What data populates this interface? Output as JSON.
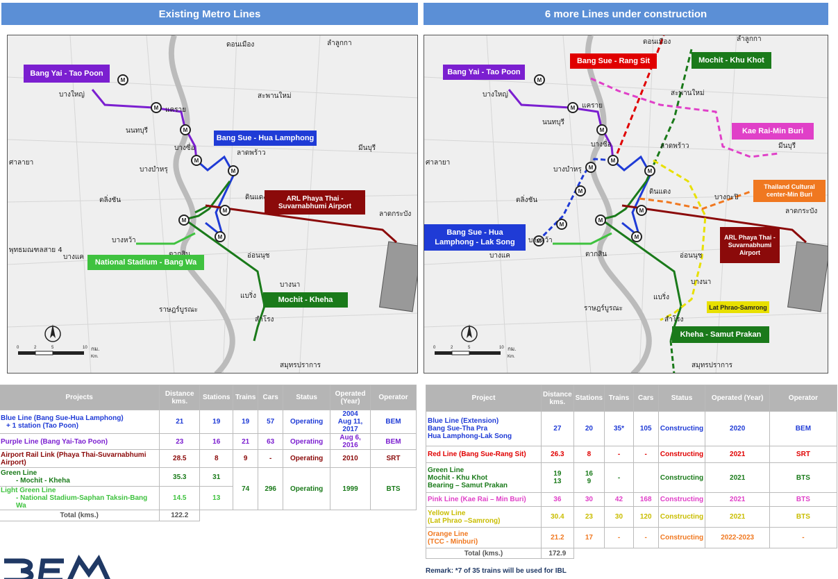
{
  "headings": {
    "left": "Existing Metro Lines",
    "right": "6 more Lines under construction"
  },
  "colors": {
    "blue": "#1f3bd6",
    "purple": "#7b1fd0",
    "red": "#e00000",
    "green": "#1a7a1a",
    "lightgreen": "#3fc23f",
    "darkred": "#8b0a0a",
    "pink": "#e040c8",
    "yellow": "#e8e000",
    "orange": "#f07820",
    "header_gray": "#b5b5b5"
  },
  "left_map": {
    "labels": {
      "bang_yai": "Bang Yai - Tao Poon",
      "bang_sue": "Bang Sue - Hua Lamphong",
      "arl": "ARL Phaya Thai - Suvarnabhumi Airport",
      "stadium": "National Stadium - Bang Wa",
      "mochit": "Mochit  - Kheha"
    },
    "places": [
      "ดอนเมือง",
      "ลำลูกกา",
      "บางใหญ่",
      "แคราย",
      "สะพานใหม่",
      "นนทบุรี",
      "บางซื่อ",
      "ลาดพร้าว",
      "มีนบุรี",
      "ศาลายา",
      "บางบำหรุ",
      "ตลิ่งชัน",
      "ดินแดง",
      "ลาดกระบัง",
      "พุทธมณฑลสาย 4",
      "บางหว้า",
      "บางแค",
      "ตากสิน",
      "อ่อนนุช",
      "บางนา",
      "แบริ่ง",
      "ราษฎร์บูรณะ",
      "สำโรง",
      "สมุทรปราการ"
    ],
    "scale": [
      "0",
      "2",
      "5",
      "10",
      "กม.",
      "Km."
    ]
  },
  "right_map": {
    "labels": {
      "bang_yai": "Bang Yai - Tao Poon",
      "rang_sit": "Bang Sue - Rang Sit",
      "khu_khot": "Mochit - Khu Khot",
      "kae_rai": "Kae Rai-Min Buri",
      "cultural": "Thailand Cultural center-Min Buri",
      "lak_song": "Bang Sue - Hua Lamphong - Lak Song",
      "arl": "ARL Phaya Thai - Suvarnabhumi Airport",
      "lat_phrao": "Lat Phrao-Samrong",
      "samut": "Kheha - Samut Prakan"
    },
    "places": [
      "ดอนเมือง",
      "ลำลูกกา",
      "บางใหญ่",
      "แคราย",
      "สะพานใหม่",
      "นนทบุรี",
      "บางซื่อ",
      "ลาดพร้าว",
      "มีนบุรี",
      "ศาลายา",
      "บางบำหรุ",
      "ตลิ่งชัน",
      "ดินแดง",
      "ลาดกระบัง",
      "บางหว้า",
      "บางแค",
      "ตากสิน",
      "อ่อนนุช",
      "บางนา",
      "แบริ่ง",
      "ราษฎร์บูรณะ",
      "สำโรง",
      "สมุทรปราการ",
      "บางกะปิ"
    ],
    "scale": [
      "0",
      "2",
      "5",
      "10",
      "กม.",
      "Km."
    ]
  },
  "left_table": {
    "headers": [
      "Projects",
      "Distance kms.",
      "Stations",
      "Trains",
      "Cars",
      "Status",
      "Operated (Year)",
      "Operator"
    ],
    "blue": {
      "name": "Blue Line (Bang Sue-Hua Lamphong)",
      "sub": "+ 1 station (Tao Poon)",
      "dist": "21",
      "stations": "19",
      "trains": "19",
      "cars": "57",
      "status": "Operating",
      "year": "2004",
      "date": "Aug 11, 2017",
      "op": "BEM"
    },
    "purple": {
      "name": "Purple Line (Bang Yai-Tao Poon)",
      "dist": "23",
      "stations": "16",
      "trains": "21",
      "cars": "63",
      "status": "Operating",
      "year": "Aug 6, 2016",
      "op": "BEM"
    },
    "arl": {
      "name": "Airport Rail Link (Phaya Thai-Suvarnabhumi Airport)",
      "dist": "28.5",
      "stations": "8",
      "trains": "9",
      "cars": "-",
      "status": "Operating",
      "year": "2010",
      "op": "SRT"
    },
    "green": {
      "name": "Green Line",
      "sub": "- Mochit - Kheha",
      "dist": "35.3",
      "stations": "31"
    },
    "lgreen": {
      "name": "Light Green Line",
      "sub": "- National Stadium-Saphan Taksin-Bang Wa",
      "dist": "14.5",
      "stations": "13"
    },
    "bts": {
      "trains": "74",
      "cars": "296",
      "status": "Operating",
      "year": "1999",
      "op": "BTS"
    },
    "total": {
      "label": "Total (kms.)",
      "value": "122.2"
    }
  },
  "right_table": {
    "headers": [
      "Project",
      "Distance kms.",
      "Stations",
      "Trains",
      "Cars",
      "Status",
      "Operated (Year)",
      "Operator"
    ],
    "blue": {
      "n1": "Blue Line (Extension)",
      "n2": "Bang Sue-Tha Pra",
      "n3": "Hua Lamphong-Lak Song",
      "dist": "27",
      "stations": "20",
      "trains": "35*",
      "cars": "105",
      "status": "Constructing",
      "year": "2020",
      "op": "BEM"
    },
    "red": {
      "name": "Red Line (Bang Sue-Rang Sit)",
      "dist": "26.3",
      "stations": "8",
      "trains": "-",
      "cars": "-",
      "status": "Constructing",
      "year": "2021",
      "op": "SRT"
    },
    "green": {
      "n1": "Green Line",
      "n2": "Mochit - Khu Khot",
      "n3": "Bearing – Samut Prakan",
      "d1": "19",
      "d2": "13",
      "s1": "16",
      "s2": "9",
      "trains": "-",
      "status": "Constructing",
      "year": "2021",
      "op": "BTS"
    },
    "pink": {
      "name": "Pink Line (Kae Rai – Min Buri)",
      "dist": "36",
      "stations": "30",
      "trains": "42",
      "cars": "168",
      "status": "Constructing",
      "year": "2021",
      "op": "BTS"
    },
    "yellow": {
      "n1": "Yellow Line",
      "n2": "(Lat Phrao –Samrong)",
      "dist": "30.4",
      "stations": "23",
      "trains": "30",
      "cars": "120",
      "status": "Constructing",
      "year": "2021",
      "op": "BTS"
    },
    "orange": {
      "n1": "Orange Line",
      "n2": "(TCC - Minburi)",
      "dist": "21.2",
      "stations": "17",
      "trains": "-",
      "cars": "-",
      "status": "Constructing",
      "year": "2022-2023",
      "op": "-"
    },
    "total": {
      "label": "Total (kms.)",
      "value": "172.9"
    }
  },
  "remark": "Remark: *7 of 35 trains will be used for IBL",
  "logo": "BEM"
}
